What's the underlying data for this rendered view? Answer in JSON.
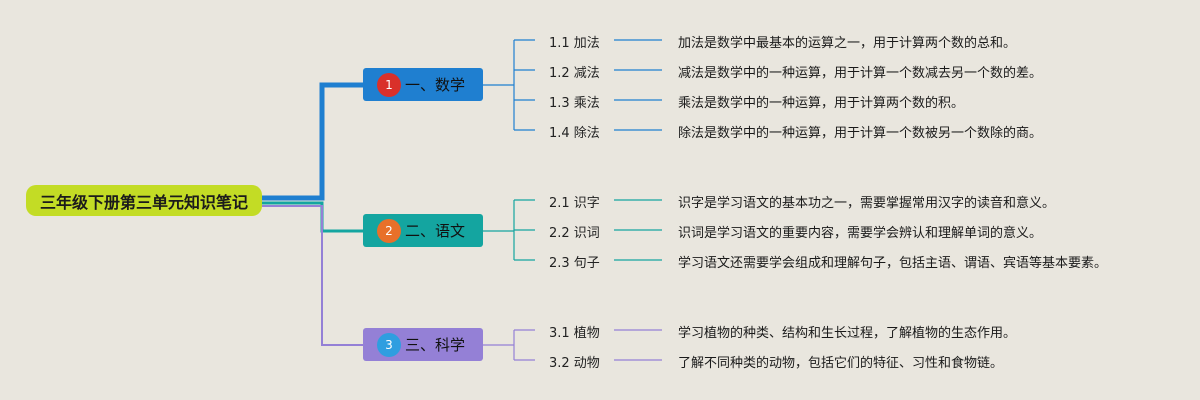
{
  "root": {
    "title": "三年级下册第三单元知识笔记"
  },
  "colors": {
    "root": "#c3dc25",
    "branch_math": "#1f7fd0",
    "branch_chinese": "#14a5a0",
    "branch_science": "#9480d6"
  },
  "branches": [
    {
      "badge": "1",
      "title": "一、数学",
      "badge_color": "#d9302a",
      "items": [
        {
          "label": "1.1 加法",
          "desc": "加法是数学中最基本的运算之一，用于计算两个数的总和。"
        },
        {
          "label": "1.2 减法",
          "desc": "减法是数学中的一种运算，用于计算一个数减去另一个数的差。"
        },
        {
          "label": "1.3 乘法",
          "desc": "乘法是数学中的一种运算，用于计算两个数的积。"
        },
        {
          "label": "1.4 除法",
          "desc": "除法是数学中的一种运算，用于计算一个数被另一个数除的商。"
        }
      ]
    },
    {
      "badge": "2",
      "title": "二、语文",
      "badge_color": "#e8702a",
      "items": [
        {
          "label": "2.1 识字",
          "desc": "识字是学习语文的基本功之一，需要掌握常用汉字的读音和意义。"
        },
        {
          "label": "2.2 识词",
          "desc": "识词是学习语文的重要内容，需要学会辨认和理解单词的意义。"
        },
        {
          "label": "2.3 句子",
          "desc": "学习语文还需要学会组成和理解句子，包括主语、谓语、宾语等基本要素。"
        }
      ]
    },
    {
      "badge": "3",
      "title": "三、科学",
      "badge_color": "#2f9ee0",
      "items": [
        {
          "label": "3.1 植物",
          "desc": "学习植物的种类、结构和生长过程，了解植物的生态作用。"
        },
        {
          "label": "3.2 动物",
          "desc": "了解不同种类的动物，包括它们的特征、习性和食物链。"
        }
      ]
    }
  ]
}
